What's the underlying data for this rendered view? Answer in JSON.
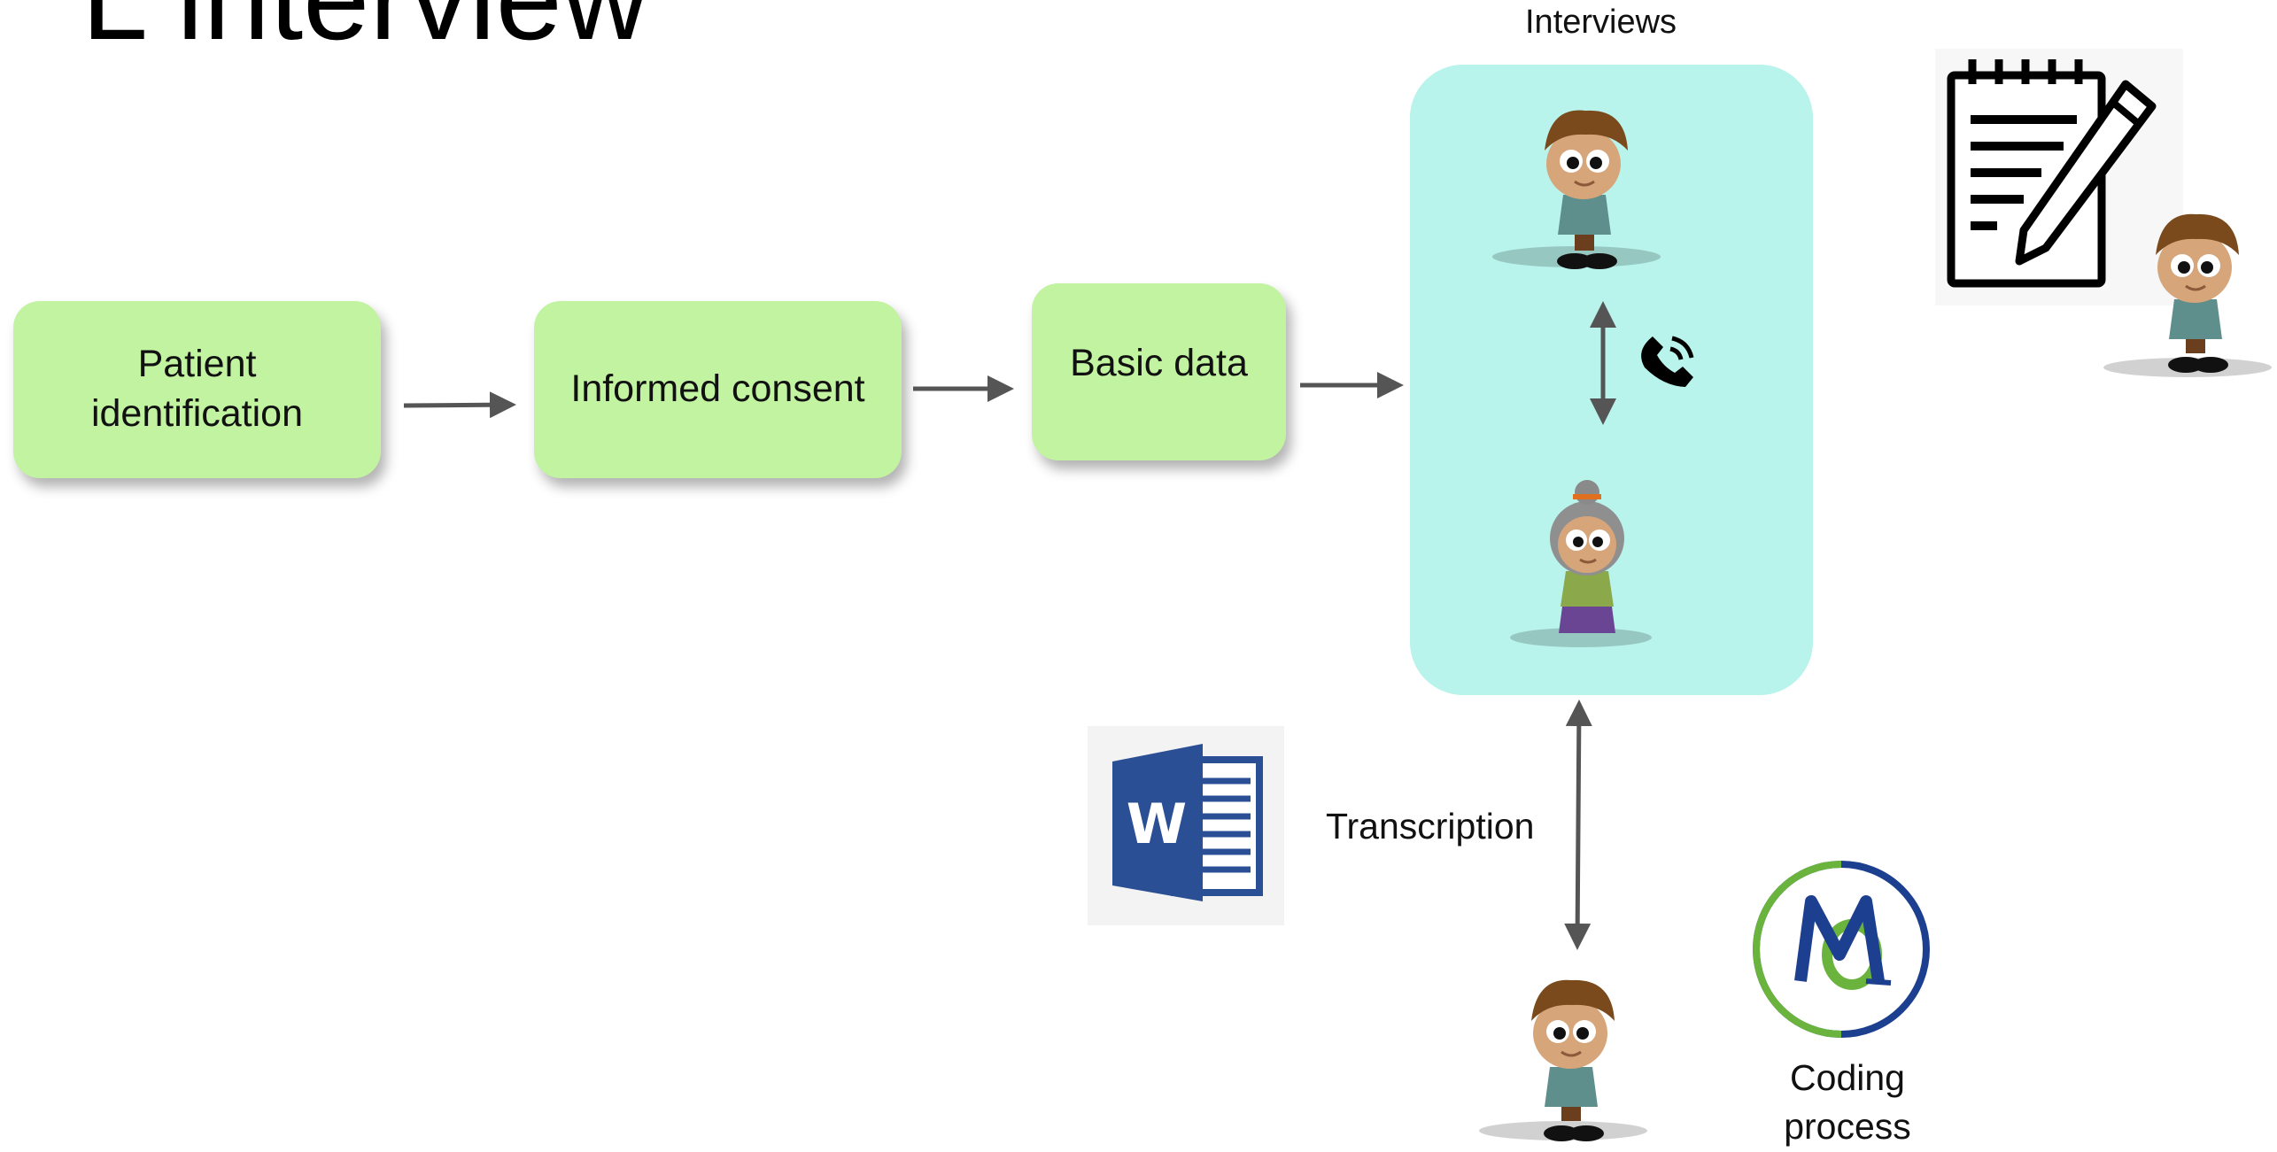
{
  "slide": {
    "title": "L interview"
  },
  "flow": {
    "patient_identification": "Patient identification",
    "informed_consent": "Informed consent",
    "basic_data": "Basic data"
  },
  "interviews": {
    "heading": "Interviews"
  },
  "transcription": {
    "label": "Transcription"
  },
  "coding": {
    "label": "Coding process"
  },
  "icons": {
    "phone": "phone-icon",
    "notepad": "notepad-pencil-icon",
    "word": "word-document-icon",
    "maxqda": "maxqda-logo"
  },
  "colors": {
    "box_fill": "#c2f3a0",
    "panel_fill": "#b8f3ec",
    "arrow": "#555555",
    "word_blue": "#2b4f95",
    "maxqda_green": "#6ab43e",
    "maxqda_blue": "#1c3f8f"
  }
}
